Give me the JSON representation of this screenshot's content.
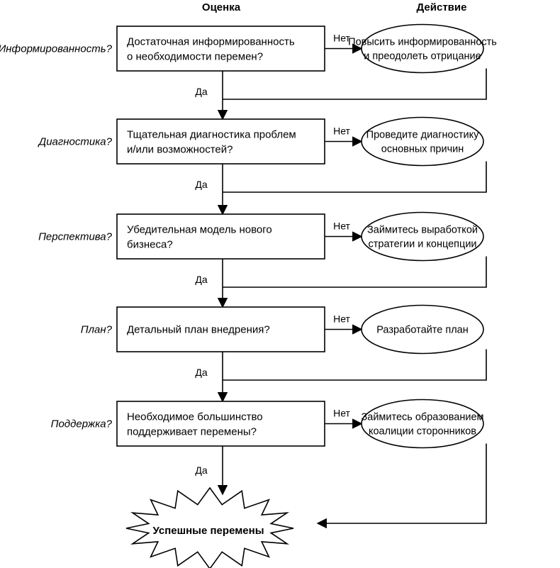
{
  "headers": {
    "assessment": "Оценка",
    "action": "Действие"
  },
  "steps": [
    {
      "stage": "Информированность?",
      "question": [
        "Достаточная информированность",
        "о необходимости перемен?"
      ],
      "no_label": "Нет",
      "yes_label": "Да",
      "action": [
        "Повысить информированность",
        "и преодолеть отрицание"
      ]
    },
    {
      "stage": "Диагностика?",
      "question": [
        "Тщательная диагностика проблем",
        "и/или возможностей?"
      ],
      "no_label": "Нет",
      "yes_label": "Да",
      "action": [
        "Проведите диагностику",
        "основных причин"
      ]
    },
    {
      "stage": "Перспектива?",
      "question": [
        "Убедительная модель нового",
        "бизнеса?"
      ],
      "no_label": "Нет",
      "yes_label": "Да",
      "action": [
        "Займитесь выработкой",
        "стратегии и концепции"
      ]
    },
    {
      "stage": "План?",
      "question": [
        "Детальный план внедрения?"
      ],
      "no_label": "Нет",
      "yes_label": "Да",
      "action": [
        "Разработайте план"
      ]
    },
    {
      "stage": "Поддержка?",
      "question": [
        "Необходимое большинство",
        "поддерживает перемены?"
      ],
      "no_label": "Нет",
      "yes_label": "Да",
      "action": [
        "Займитесь образованием",
        "коалиции сторонников"
      ]
    }
  ],
  "outcome": "Успешные перемены"
}
